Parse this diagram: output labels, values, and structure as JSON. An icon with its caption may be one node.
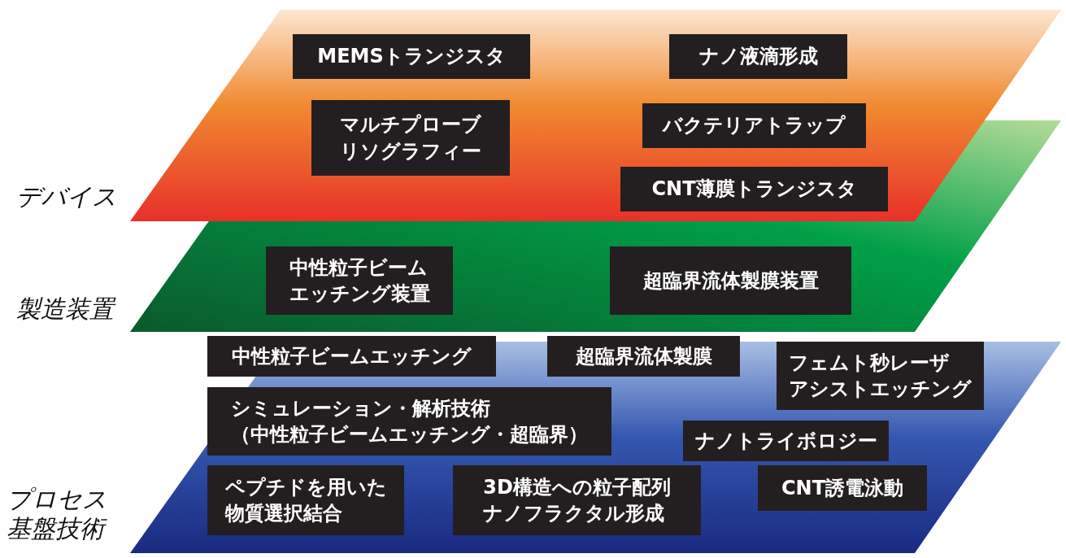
{
  "diagram": {
    "nodes": [
      {
        "text": [
          "デバイス"
        ]
      },
      {
        "text": [
          "MEMSトランジスタ"
        ],
        "in": 0
      },
      {
        "text": [
          "ナノ液滴形成"
        ],
        "in": 0
      },
      {
        "text": [
          "マルチプローブリソグラフィー"
        ],
        "in": 0
      },
      {
        "text": [
          "バクテリアトラップ"
        ],
        "in": 0
      },
      {
        "text": [
          "CNT薄膜トランジスタ"
        ]
      },
      {
        "text": [
          "製造装置"
        ]
      },
      {
        "text": [
          "中性粒子ビームエッチング装置"
        ],
        "in": 6
      },
      {
        "text": [
          "超臨界流体製膜装置"
        ],
        "in": 6
      },
      {
        "text": [
          "プロセス基盤技術"
        ]
      },
      {
        "text": [
          "中性粒子ビームエッチング"
        ]
      },
      {
        "text": [
          "超臨界流体製膜"
        ]
      },
      {
        "text": [
          "フェムト秒レーザアシストエッチング"
        ],
        "in": 9
      },
      {
        "text": [
          "シミュレーション・解析技術（中性粒子ビームエッチング・超臨界）"
        ],
        "in": 9
      },
      {
        "text": [
          "ナノトライボロジー"
        ],
        "in": 9
      },
      {
        "text": [
          "ペプチドを用いた物質選択結合"
        ],
        "in": 9
      },
      {
        "text": [
          "3D構造への粒子配列ナノフラクタル形成"
        ],
        "in": 9
      },
      {
        "text": [
          "CNT誘電泳動"
        ],
        "in": 9
      }
    ],
    "edges": []
  }
}
